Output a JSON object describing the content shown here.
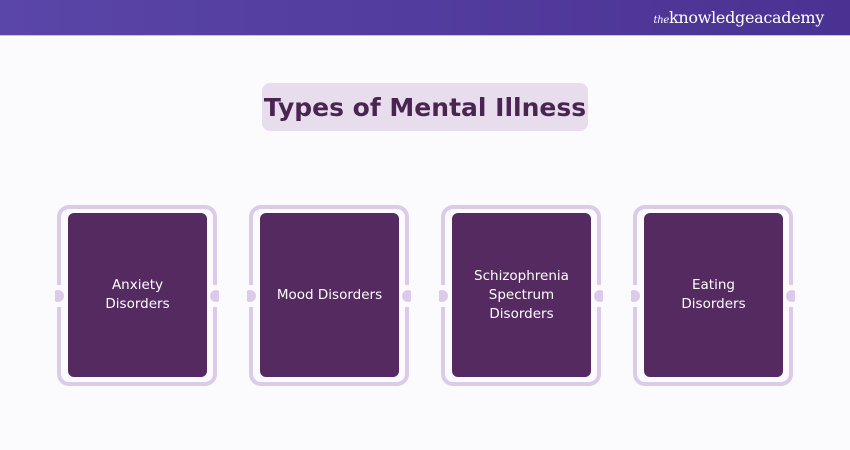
{
  "header": {
    "logo_prefix": "the",
    "logo_text": "knowledgeacademy"
  },
  "title": "Types of Mental Illness",
  "cards": [
    {
      "label": "Anxiety Disorders"
    },
    {
      "label": "Mood Disorders"
    },
    {
      "label": "Schizophrenia Spectrum Disorders"
    },
    {
      "label": "Eating Disorders"
    }
  ],
  "colors": {
    "frame": "#dccbe8",
    "box": "#552a60",
    "title_bg": "#e7dded",
    "title_text": "#4b2552"
  }
}
